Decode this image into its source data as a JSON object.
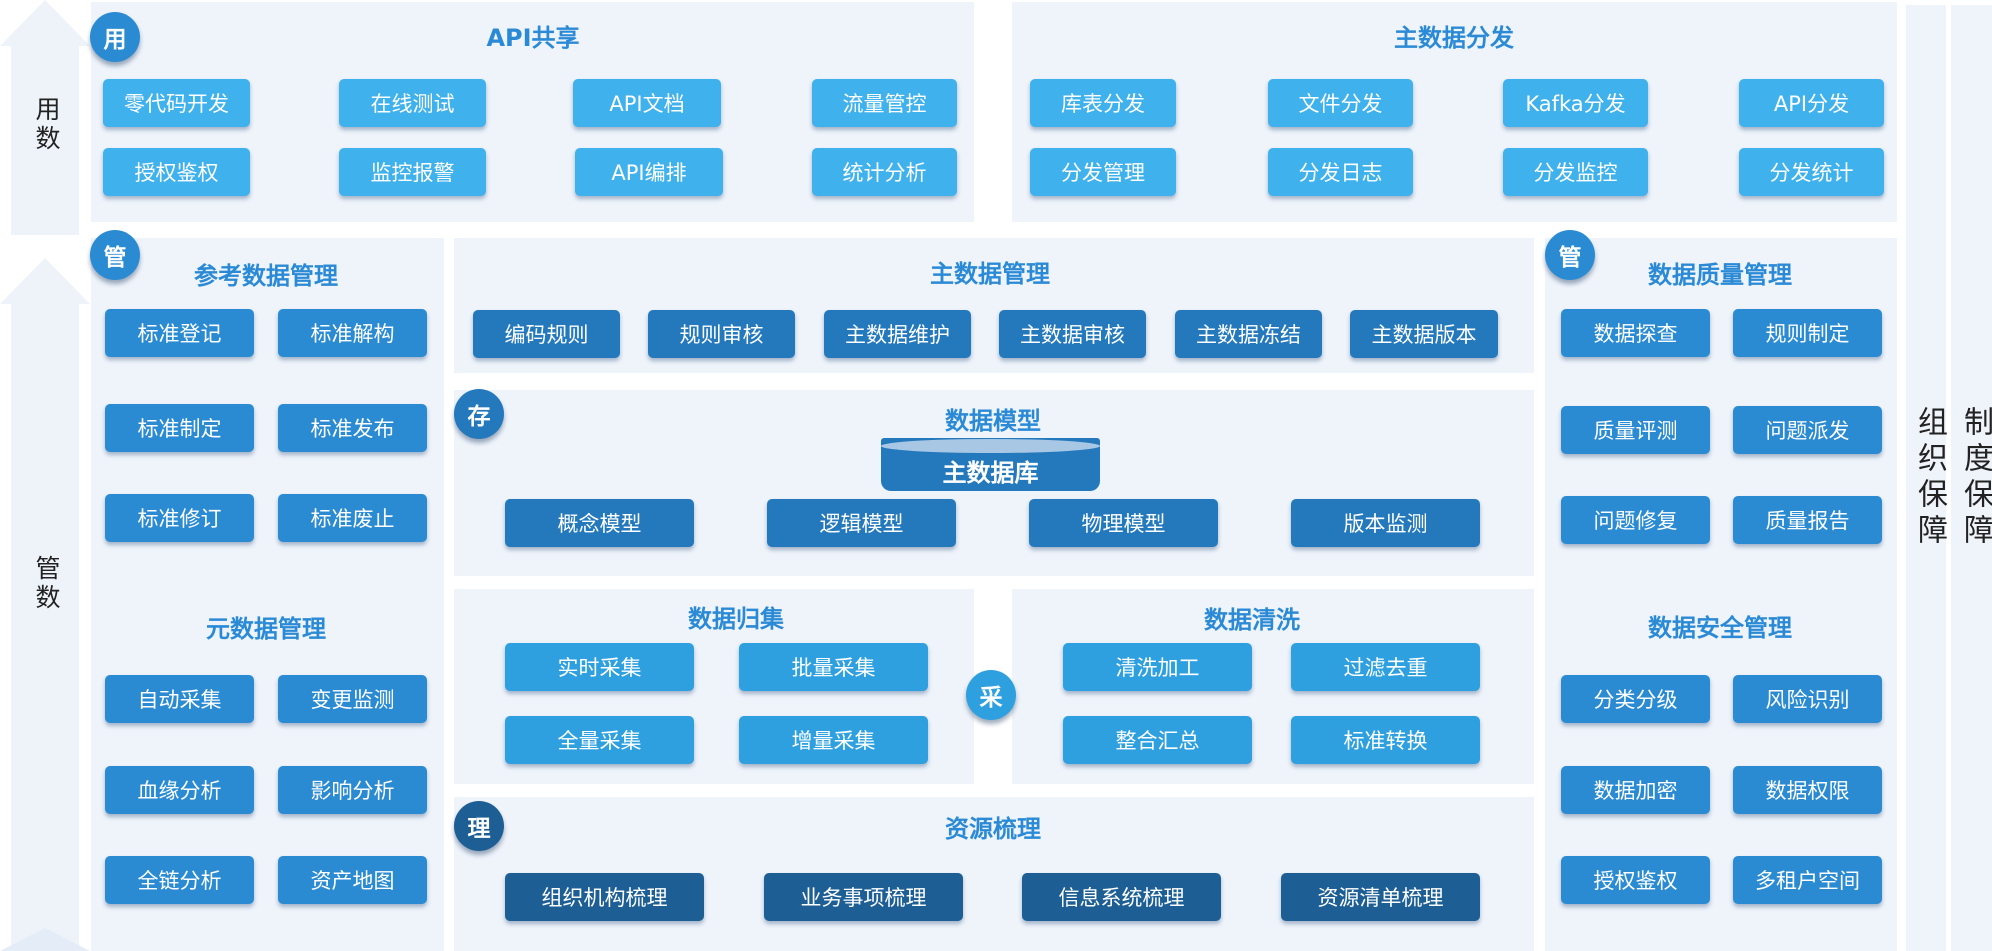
{
  "colors": {
    "title": "#2b8ad6",
    "panel": "#eff4fb",
    "light_blue": "#3fb1ec",
    "mid_blue": "#2a8bd3",
    "model_blue": "#2479bd",
    "collect_blue": "#2ea0df",
    "dark_blue": "#1d5f95"
  },
  "left_labels": {
    "use": "用数",
    "manage": "管数"
  },
  "right_labels": {
    "org": "组织保障",
    "system": "制度保障"
  },
  "api_share": {
    "badge": "用",
    "title": "API共享",
    "items": [
      "零代码开发",
      "在线测试",
      "API文档",
      "流量管控",
      "授权鉴权",
      "监控报警",
      "API编排",
      "统计分析"
    ]
  },
  "md_dist": {
    "title": "主数据分发",
    "items": [
      "库表分发",
      "文件分发",
      "Kafka分发",
      "API分发",
      "分发管理",
      "分发日志",
      "分发监控",
      "分发统计"
    ]
  },
  "ref_data": {
    "badge": "管",
    "title": "参考数据管理",
    "items": [
      "标准登记",
      "标准解构",
      "标准制定",
      "标准发布",
      "标准修订",
      "标准废止"
    ]
  },
  "meta_data": {
    "title": "元数据管理",
    "items": [
      "自动采集",
      "变更监测",
      "血缘分析",
      "影响分析",
      "全链分析",
      "资产地图"
    ]
  },
  "md_mgmt": {
    "title": "主数据管理",
    "items": [
      "编码规则",
      "规则审核",
      "主数据维护",
      "主数据审核",
      "主数据冻结",
      "主数据版本"
    ]
  },
  "data_model": {
    "badge": "存",
    "title": "数据模型",
    "db_label": "主数据库",
    "items": [
      "概念模型",
      "逻辑模型",
      "物理模型",
      "版本监测"
    ]
  },
  "data_collect": {
    "title": "数据归集",
    "items": [
      "实时采集",
      "批量采集",
      "全量采集",
      "增量采集"
    ]
  },
  "collect_badge": "采",
  "data_clean": {
    "title": "数据清洗",
    "items": [
      "清洗加工",
      "过滤去重",
      "整合汇总",
      "标准转换"
    ]
  },
  "resource": {
    "badge": "理",
    "title": "资源梳理",
    "items": [
      "组织机构梳理",
      "业务事项梳理",
      "信息系统梳理",
      "资源清单梳理"
    ]
  },
  "quality": {
    "badge": "管",
    "title": "数据质量管理",
    "items": [
      "数据探查",
      "规则制定",
      "质量评测",
      "问题派发",
      "问题修复",
      "质量报告"
    ]
  },
  "security": {
    "title": "数据安全管理",
    "items": [
      "分类分级",
      "风险识别",
      "数据加密",
      "数据权限",
      "授权鉴权",
      "多租户空间"
    ]
  }
}
